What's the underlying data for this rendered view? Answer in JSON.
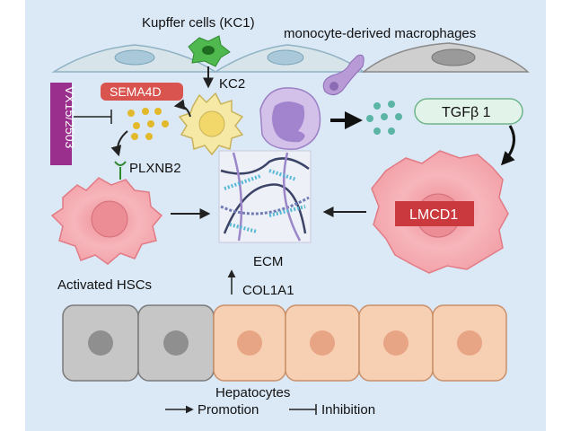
{
  "labels": {
    "kupffer": "Kupffer cells (KC1)",
    "monocyte": "monocyte-derived macrophages",
    "kc2": "KC2",
    "sema4d": "SEMA4D",
    "vx15": "VX15/2503",
    "plxnb2": "PLXNB2",
    "tgfb1": "TGFβ 1",
    "lmcd1": "LMCD1",
    "ecm": "ECM",
    "activated_hscs": "Activated HSCs",
    "col1a1": "COL1A1",
    "hepatocytes": "Hepatocytes"
  },
  "legend": {
    "promotion": "Promotion",
    "inhibition": "Inhibition"
  },
  "colors": {
    "background": "#dbe8f6",
    "sema4d": "#d9534f",
    "vx15": "#9b2f8e",
    "lmcd1": "#c9393d",
    "tgf_fill": "#e2f3ea",
    "tgf_stroke": "#6fb58a",
    "hsc": "#f4a0a6",
    "kc2": "#f6e9a6",
    "macrophage": "#b79ad6",
    "hepatocyte_healthy": "#f7d0b4",
    "hepatocyte_gray": "#c6c6c6"
  }
}
